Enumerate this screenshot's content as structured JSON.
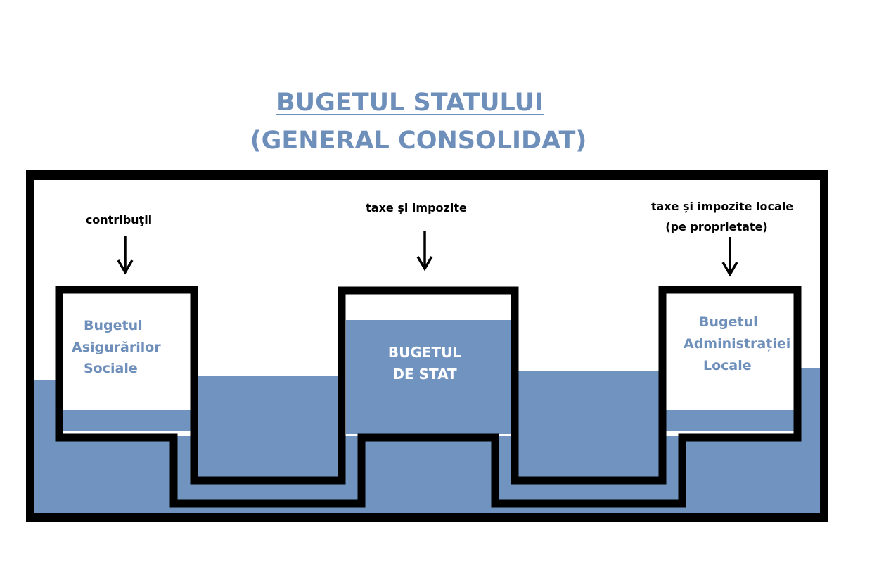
{
  "title": {
    "line1": "BUGETUL STATULUI",
    "line2": "(GENERAL CONSOLIDAT)"
  },
  "sources": {
    "left": "contribuţii",
    "center": "taxe și impozite",
    "right_line1": "taxe și impozite locale",
    "right_line2": "(pe proprietate)"
  },
  "containers": {
    "left": {
      "line1": "Bugetul",
      "line2": "Asigurărilor",
      "line3": "Sociale"
    },
    "center": {
      "line1": "BUGETUL",
      "line2": "DE STAT"
    },
    "right": {
      "line1": "Bugetul",
      "line2": "Administrației",
      "line3": "Locale"
    }
  },
  "colors": {
    "water": "#7093c0",
    "wall": "#000000",
    "title": "#6f8fbb"
  }
}
